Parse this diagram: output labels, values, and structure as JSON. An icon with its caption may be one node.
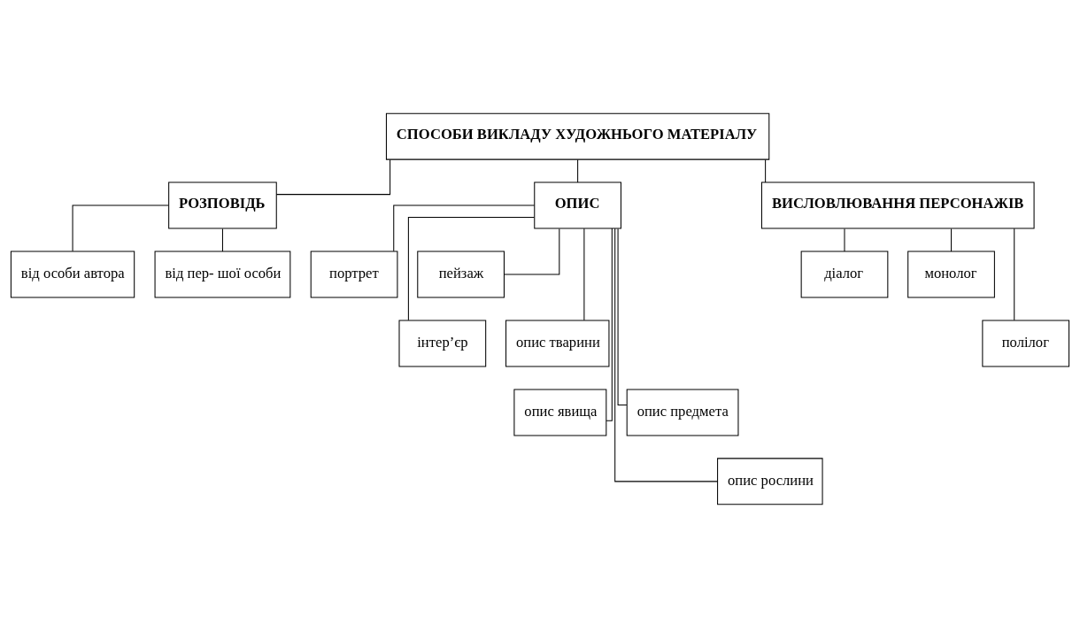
{
  "diagram": {
    "nodes": [
      {
        "text": [
          "СПОСОБИ ВИКЛАДУ ХУДОЖНЬОГО МАТЕРІАЛУ"
        ]
      },
      {
        "text": [
          "РОЗПОВІДЬ"
        ]
      },
      {
        "text": [
          "ОПИС"
        ]
      },
      {
        "text": [
          "ВИСЛОВЛЮВАННЯ ПЕРСОНАЖІВ"
        ]
      },
      {
        "text": [
          "від особи автора"
        ]
      },
      {
        "text": [
          "від пер- шої особи"
        ]
      },
      {
        "text": [
          "портрет"
        ]
      },
      {
        "text": [
          "пейзаж"
        ]
      },
      {
        "text": [
          "інтер’єр"
        ]
      },
      {
        "text": [
          "опис тварини"
        ]
      },
      {
        "text": [
          "опис явища"
        ]
      },
      {
        "text": [
          "опис предмета"
        ]
      },
      {
        "text": [
          "опис рослини"
        ]
      },
      {
        "text": [
          "діалог"
        ]
      },
      {
        "text": [
          "монолог"
        ]
      },
      {
        "text": [
          "полілог"
        ]
      }
    ],
    "edges": [
      {
        "from": 0,
        "to": 1,
        "arrow": "none"
      },
      {
        "from": 0,
        "to": 2,
        "arrow": "none"
      },
      {
        "from": 0,
        "to": 3,
        "arrow": "none"
      },
      {
        "from": 1,
        "to": 4,
        "arrow": "none"
      },
      {
        "from": 1,
        "to": 5,
        "arrow": "none"
      },
      {
        "from": 2,
        "to": 6,
        "arrow": "none"
      },
      {
        "from": 2,
        "to": 7,
        "arrow": "none"
      },
      {
        "from": 2,
        "to": 8,
        "arrow": "none"
      },
      {
        "from": 2,
        "to": 9,
        "arrow": "none"
      },
      {
        "from": 2,
        "to": 10,
        "arrow": "none"
      },
      {
        "from": 2,
        "to": 11,
        "arrow": "none"
      },
      {
        "from": 2,
        "to": 12,
        "arrow": "none"
      },
      {
        "from": 3,
        "to": 13,
        "arrow": "none"
      },
      {
        "from": 3,
        "to": 14,
        "arrow": "none"
      },
      {
        "from": 3,
        "to": 15,
        "arrow": "none"
      }
    ]
  }
}
